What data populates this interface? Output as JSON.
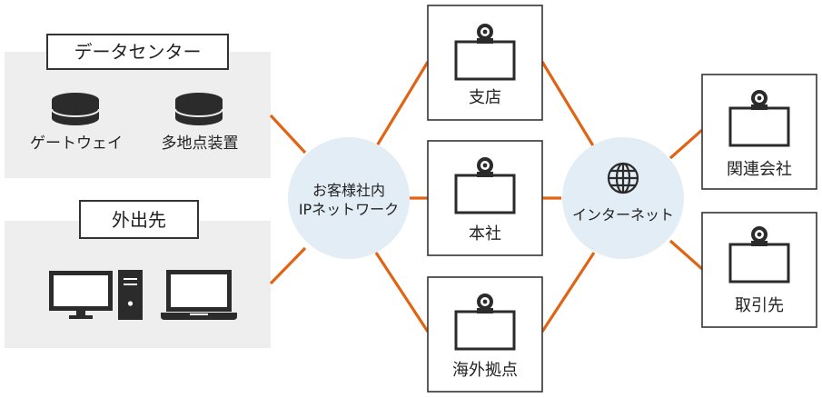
{
  "datacenter": {
    "title": "データセンター",
    "items": [
      "ゲートウェイ",
      "多地点装置"
    ]
  },
  "remote": {
    "title": "外出先"
  },
  "hub_ip": {
    "line1": "お客様社内",
    "line2": "IPネットワーク"
  },
  "hub_internet": {
    "label": "インターネット"
  },
  "sites": {
    "branch": "支店",
    "head_office": "本社",
    "overseas": "海外拠点",
    "affiliate": "関連会社",
    "client": "取引先"
  },
  "colors": {
    "link": "#e06414",
    "panel": "#eeeeee",
    "hub": "#e3edf5",
    "stroke": "#333333",
    "device": "#2b2b2b"
  },
  "icons": [
    "database-icon",
    "desktop-monitor-icon",
    "pc-tower-icon",
    "laptop-icon",
    "webcam-icon",
    "globe-icon"
  ]
}
